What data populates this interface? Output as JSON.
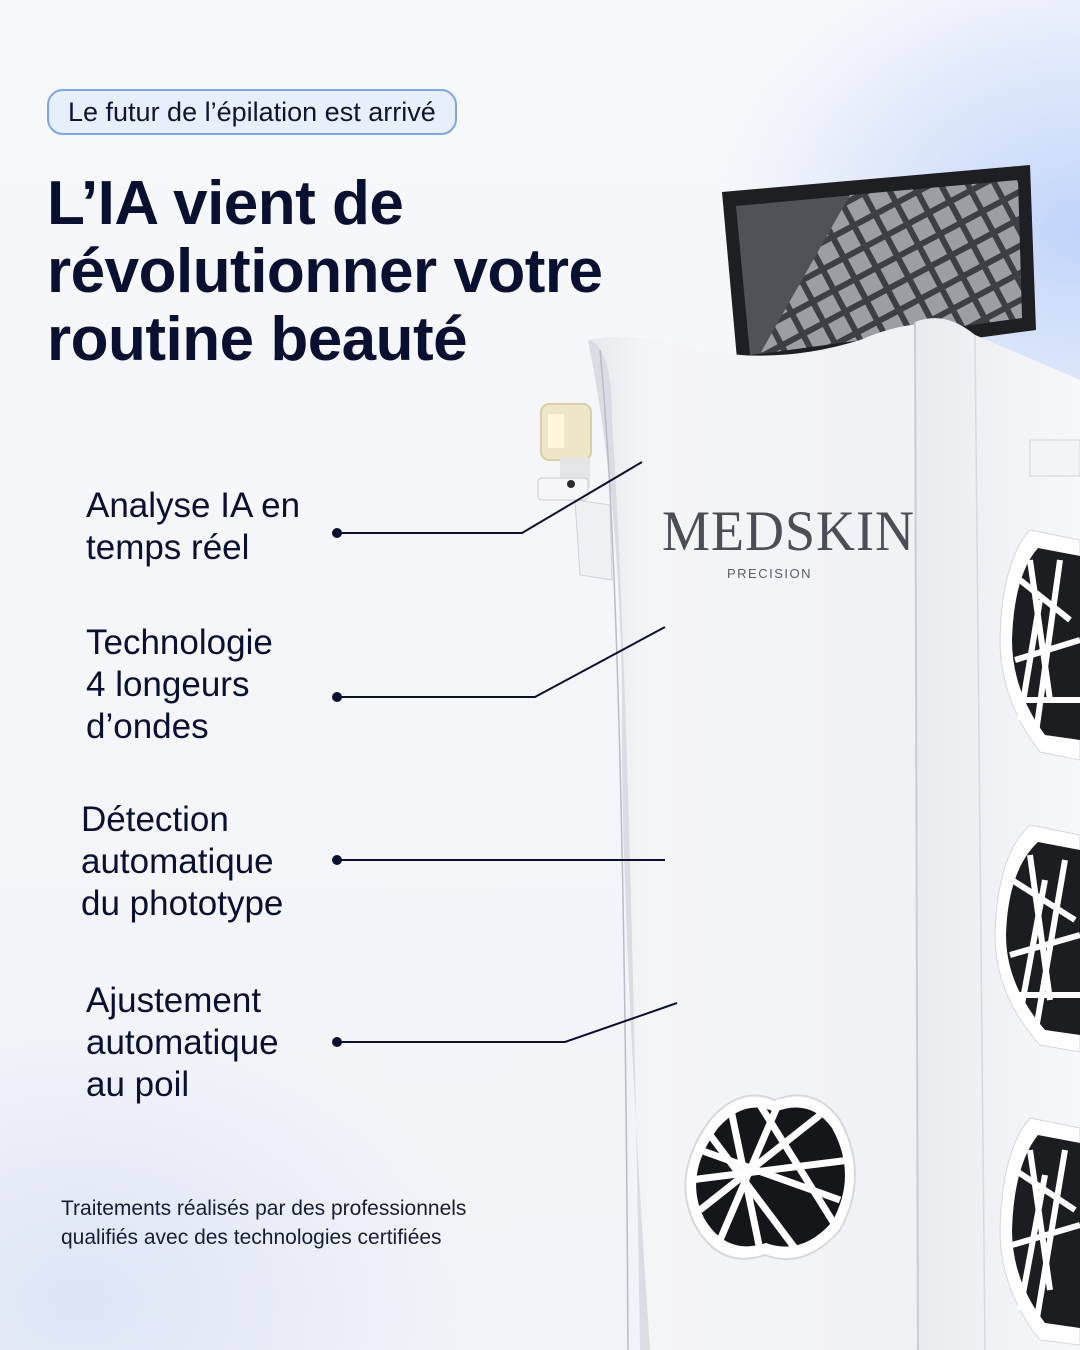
{
  "badge": {
    "text": "Le futur de l’épilation est arrivé"
  },
  "headline": {
    "lines": [
      "L’IA vient de",
      "révolutionner votre",
      "routine beauté"
    ]
  },
  "features": [
    {
      "lines": [
        "Analyse IA en",
        "temps réel"
      ]
    },
    {
      "lines": [
        "Technologie",
        "4 longeurs",
        "d’ondes"
      ]
    },
    {
      "lines": [
        "Détection",
        "automatique",
        "du phototype"
      ]
    },
    {
      "lines": [
        "Ajustement",
        "automatique",
        "au poil"
      ]
    }
  ],
  "device": {
    "brand": "MEDSKIN",
    "subtitle": "PRECISION"
  },
  "footnote": {
    "lines": [
      "Traitements réalisés par des professionnels",
      "qualifiés avec des technologies certifiées"
    ]
  },
  "colors": {
    "accent": "#7da6ea",
    "badge_bg": "#e7effd",
    "text": "#0a1130"
  }
}
